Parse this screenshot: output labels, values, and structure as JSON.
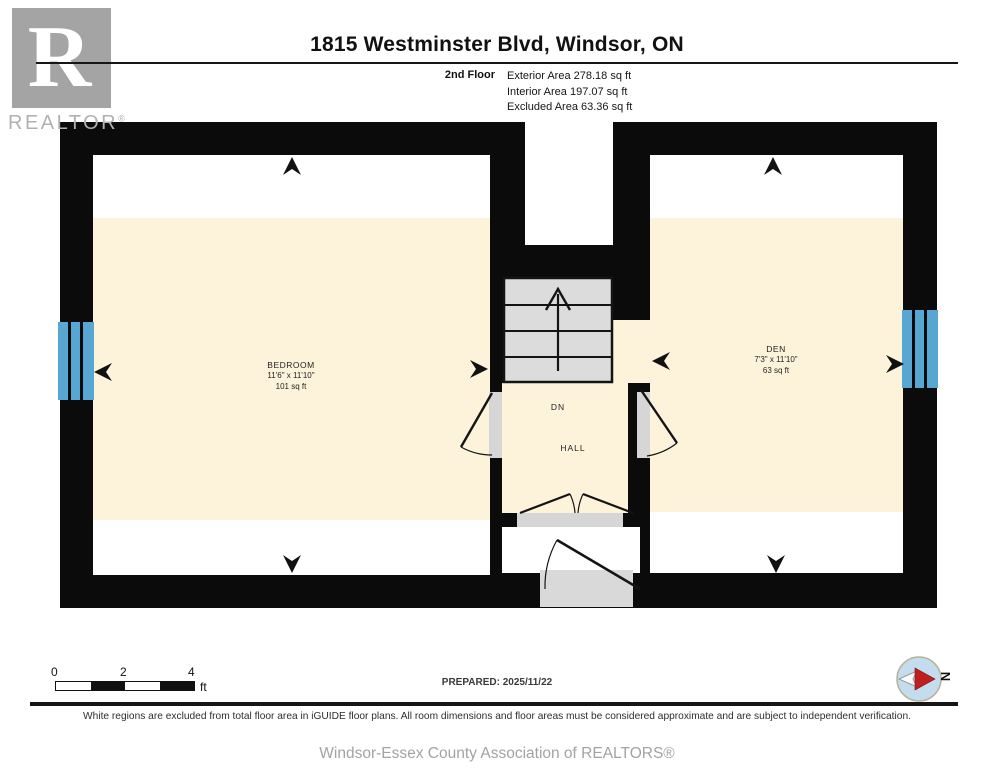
{
  "header": {
    "title": "1815 Westminster Blvd, Windsor, ON",
    "floor_label": "2nd Floor",
    "area_lines": [
      "Exterior Area 278.18 sq ft",
      "Interior Area 197.07 sq ft",
      "Excluded Area 63.36 sq ft"
    ]
  },
  "branding": {
    "logo_letter": "R",
    "logo_text": "REALTOR",
    "logo_reg": "®",
    "association": "Windsor-Essex County Association of REALTORS®"
  },
  "plan": {
    "rooms": {
      "bedroom": {
        "name": "BEDROOM",
        "dims": "11'6\" x 11'10\"",
        "area": "101 sq ft"
      },
      "den": {
        "name": "DEN",
        "dims": "7'3\" x 11'10\"",
        "area": "63 sq ft"
      },
      "hall": {
        "name": "HALL"
      },
      "stairs_label": "DN"
    },
    "colors": {
      "included_area": "#fcf3da",
      "excluded_area": "#ffffff",
      "wall": "#0b0b0b",
      "window": "#58a7d3",
      "stairs": "#dcdcdc",
      "compass_needle": "#c01f1f"
    }
  },
  "scale_bar": {
    "labels": [
      "0",
      "2",
      "4"
    ],
    "unit": "ft"
  },
  "prepared": {
    "label": "PREPARED: 2025/11/22"
  },
  "compass": {
    "north_label": "N"
  },
  "footer": {
    "disclaimer": "White regions are excluded from total floor area in iGUIDE floor plans. All room dimensions and floor areas must be considered approximate and are subject to independent verification."
  }
}
